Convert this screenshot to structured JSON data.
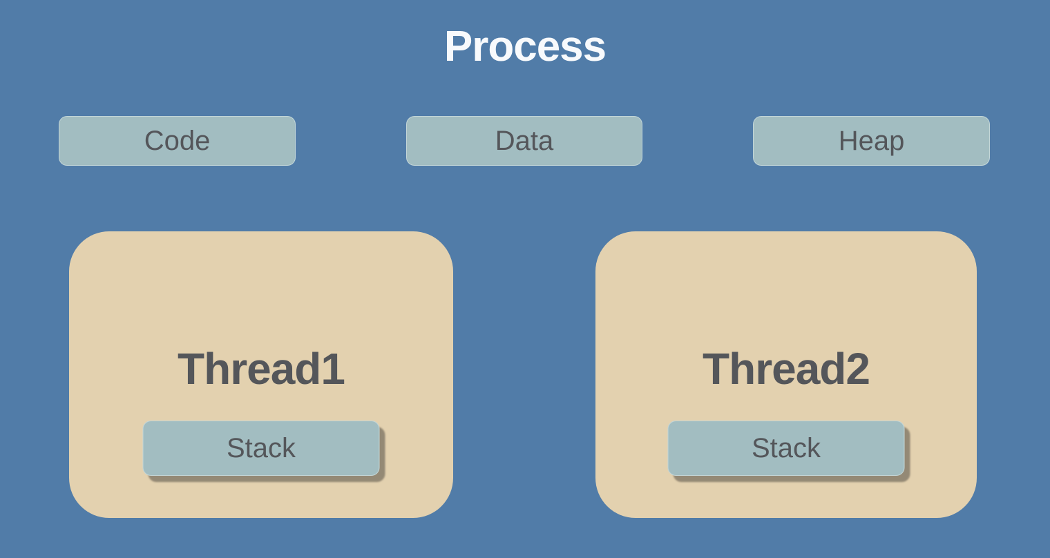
{
  "diagram": {
    "title": "Process",
    "colors": {
      "background": "#517CA8",
      "segment_box_bg": "#A2BDC1",
      "thread_box_bg": "#E3D1AF",
      "text_dark": "#54565A",
      "title_color": "#F8FAFC",
      "stack_shadow": "rgba(84,79,70,0.55)"
    },
    "segments": [
      {
        "label": "Code"
      },
      {
        "label": "Data"
      },
      {
        "label": "Heap"
      }
    ],
    "threads": [
      {
        "label": "Thread1",
        "stack_label": "Stack"
      },
      {
        "label": "Thread2",
        "stack_label": "Stack"
      }
    ]
  }
}
